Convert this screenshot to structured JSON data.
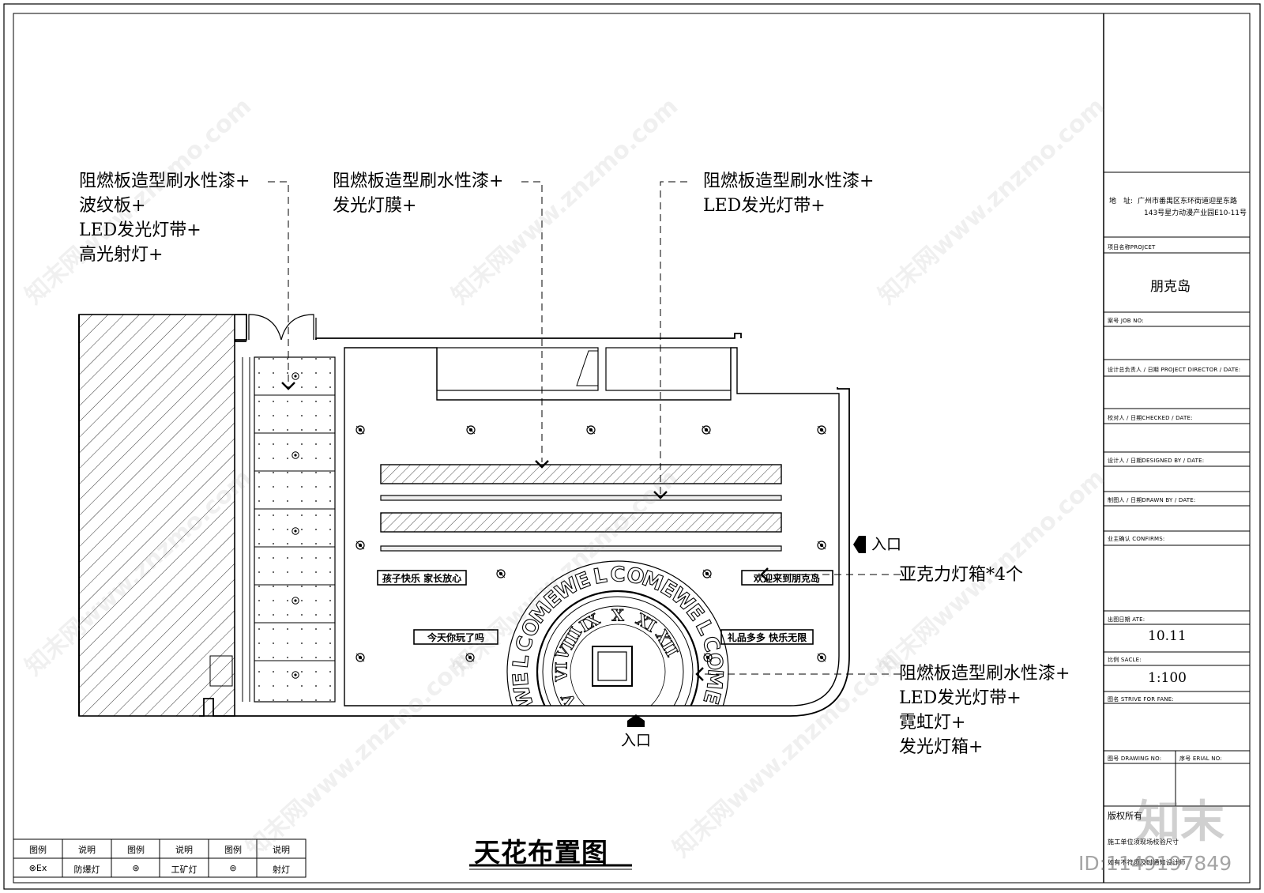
{
  "drawing_title": "天花布置图",
  "annotations": {
    "left_note": [
      "阻燃板造型刷水性漆+",
      "波纹板+",
      "LED发光灯带+",
      "高光射灯+"
    ],
    "center_note": [
      "阻燃板造型刷水性漆+",
      "发光灯膜+"
    ],
    "right_note": [
      "阻燃板造型刷水性漆+",
      "LED发光灯带+"
    ],
    "acrylic_note": "亚克力灯箱*4个",
    "lower_right_note": [
      "阻燃板造型刷水性漆+",
      "LED发光灯带+",
      "霓虹灯+",
      "发光灯箱+"
    ],
    "entrance_side": "入口",
    "entrance_bottom": "入口"
  },
  "plan": {
    "ring_text": "WELCOME",
    "numerals": [
      "V",
      "VI",
      "VIII",
      "IX",
      "X",
      "XI",
      "XII"
    ],
    "signs": [
      "孩子快乐 家长放心",
      "欢迎来到朋克岛",
      "今天你玩了吗",
      "礼品多多 快乐无限"
    ]
  },
  "title_block": {
    "address_label": "地　址:",
    "address_line1": "广州市番禺区东环街道迎星东路",
    "address_line2": "143号星力动漫产业园E10-11号",
    "project_label": "项目名称PROJCET",
    "project_name": "朋克岛",
    "job_no_label": "案号 JOB NO:",
    "director_label": "设计总负责人 / 日期 PROJECT DIRECTOR / DATE:",
    "checked_label": "校对人 / 日期CHECKED / DATE:",
    "designed_label": "设计人 / 日期DESIGNED BY / DATE:",
    "drawn_label": "制图人 / 日期DRAWN BY / DATE:",
    "confirms_label": "业主确认 CONFIRMS:",
    "date_label": "出图日期 ATE:",
    "date_value": "10.11",
    "scale_label": "比例 SACLE:",
    "scale_value": "1:100",
    "drawing_name_label": "图名 STRIVE FOR FANE:",
    "drawing_no_label": "图号 DRAWING NO:",
    "serial_no_label": "序号 ERIAL NO:",
    "copyright_label": "版权所有",
    "note_lines": [
      "施工单位须现场校验尺寸",
      "如有不符须及时通知设计师"
    ]
  },
  "legend": {
    "headers": [
      "图例",
      "说明",
      "图例",
      "说明",
      "图例",
      "说明"
    ],
    "items": [
      {
        "symbol": "⊗Ex",
        "desc": "防爆灯"
      },
      {
        "symbol": "⊛",
        "desc": "工矿灯"
      },
      {
        "symbol": "⊚",
        "desc": "射灯"
      }
    ]
  },
  "watermark": {
    "text": "知末网www.znzmo.com",
    "logo": "知末",
    "id_text": "ID:1149197849"
  }
}
